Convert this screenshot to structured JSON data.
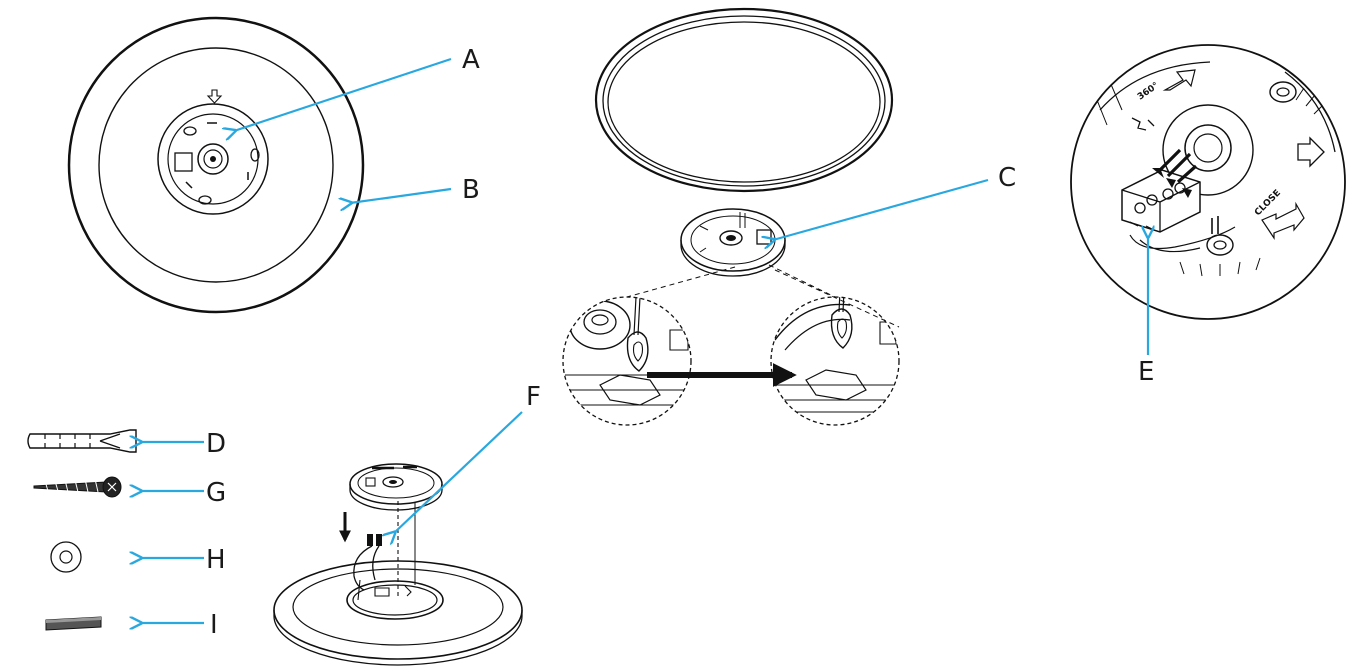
{
  "callouts": {
    "a": "A",
    "b": "B",
    "c": "C",
    "d": "D",
    "e": "E",
    "f": "F",
    "g": "G",
    "h": "H",
    "i": "I"
  },
  "base_markings": {
    "rotate": "360°",
    "close": "CLOSE"
  },
  "colors": {
    "callout_line": "#29a8e0",
    "drawing": "#111111"
  }
}
